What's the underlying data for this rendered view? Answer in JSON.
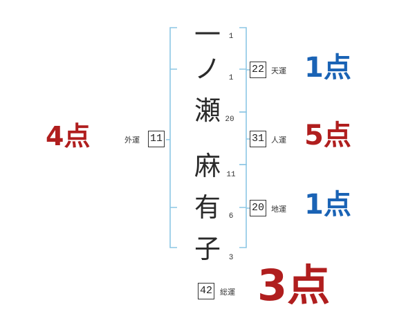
{
  "name_chars": [
    {
      "char": "一",
      "strokes": "1"
    },
    {
      "char": "ノ",
      "strokes": "1"
    },
    {
      "char": "瀬",
      "strokes": "20"
    },
    {
      "char": "麻",
      "strokes": "11"
    },
    {
      "char": "有",
      "strokes": "6"
    },
    {
      "char": "子",
      "strokes": "3"
    }
  ],
  "fortunes": {
    "tenkaku": {
      "label": "天運",
      "value": "22",
      "score": "1点",
      "color": "#1a63b5"
    },
    "jinkaku": {
      "label": "人運",
      "value": "31",
      "score": "5点",
      "color": "#b01e1e"
    },
    "chikaku": {
      "label": "地運",
      "value": "20",
      "score": "1点",
      "color": "#1a63b5"
    },
    "gaikaku": {
      "label": "外運",
      "value": "11",
      "score": "4点",
      "color": "#b01e1e"
    },
    "soukaku": {
      "label": "総運",
      "value": "42",
      "score": "3点",
      "color": "#b01e1e"
    }
  },
  "bracket_color": "#8cc6e4"
}
